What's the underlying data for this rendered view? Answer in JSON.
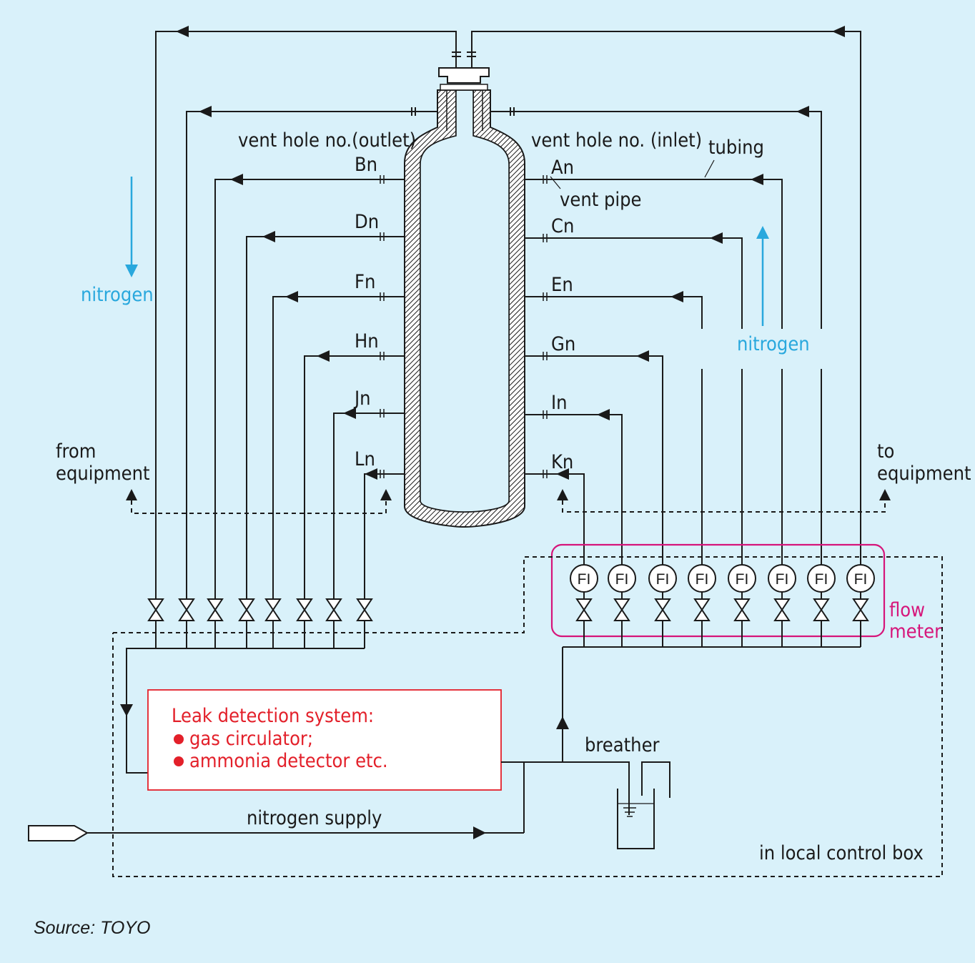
{
  "colors": {
    "background": "#d9f1fa",
    "line": "#1a1a1a",
    "nitrogen": "#29a8dd",
    "flow_meter": "#d6157a",
    "leak_system": "#e3202a"
  },
  "labels": {
    "vent_outlet": "vent hole no.(outlet)",
    "vent_inlet": "vent hole no. (inlet)",
    "tubing": "tubing",
    "vent_pipe": "vent pipe",
    "nitrogen_left": "nitrogen",
    "nitrogen_right": "nitrogen",
    "from_equipment_1": "from",
    "from_equipment_2": "equipment",
    "to_equipment_1": "to",
    "to_equipment_2": "equipment",
    "flow_meter_1": "flow",
    "flow_meter_2": "meter",
    "breather": "breather",
    "nitrogen_supply": "nitrogen supply",
    "local_control_box": "in local control box",
    "source": "Source: TOYO"
  },
  "outlet_holes": [
    "Bn",
    "Dn",
    "Fn",
    "Hn",
    "Jn",
    "Ln"
  ],
  "inlet_holes": [
    "An",
    "Cn",
    "En",
    "Gn",
    "In",
    "Kn"
  ],
  "leak_system": {
    "title": "Leak detection system:",
    "items": [
      "gas circulator;",
      "ammonia detector etc."
    ]
  },
  "flow_indicator_label": "FI",
  "flow_indicator_count": 8
}
